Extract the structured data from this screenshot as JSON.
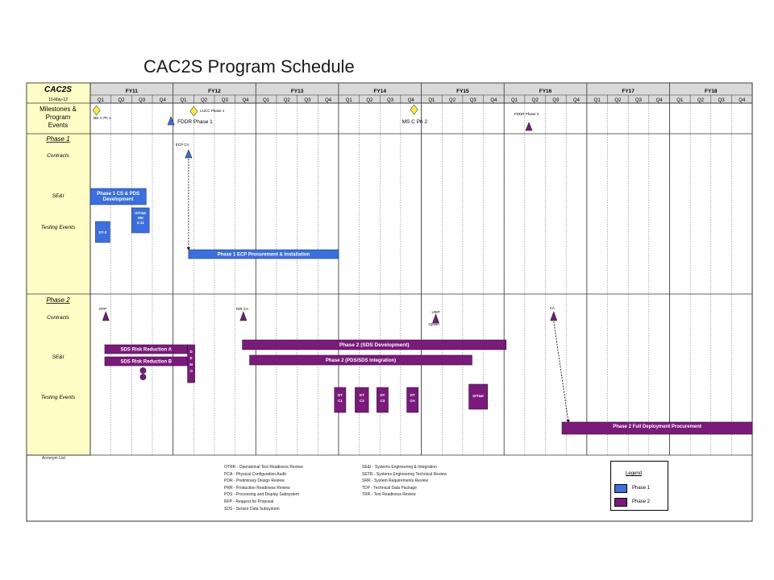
{
  "title": "CAC2S Program Schedule",
  "header": {
    "program": "CAC2S",
    "date": "10-May-12"
  },
  "fiscal_years": [
    "FY11",
    "FY12",
    "FY13",
    "FY14",
    "FY15",
    "FY16",
    "FY17",
    "FY18"
  ],
  "quarters": [
    "Q1",
    "Q2",
    "Q3",
    "Q4"
  ],
  "rows": {
    "milestones": "Milestones & Program Events",
    "phase1": "Phase 1",
    "phase2": "Phase 2",
    "contracts": "Contracts",
    "sei": "SE&I",
    "testing": "Testing Events"
  },
  "milestones": [
    {
      "id": "ms-c-ph1",
      "label": "MS C Ph 1",
      "type": "diamond",
      "q": 0.3
    },
    {
      "id": "lucc-ph1",
      "label": "LUCC Phase 1",
      "type": "diamond",
      "q": 5.0
    },
    {
      "id": "fddr-ph1",
      "label": "FDDR Phase 1",
      "type": "triangle",
      "q": 3.9
    },
    {
      "id": "ms-c-ph2",
      "label": "MS C Ph 2",
      "type": "diamond",
      "q": 15.65
    },
    {
      "id": "fddr-ph2",
      "label": "FDDR Phase 2",
      "type": "triangle",
      "q": 21.2
    }
  ],
  "phase1": {
    "contracts": [
      {
        "label": "ECP CA",
        "q": 4.75
      }
    ],
    "bars": [
      {
        "label": "Phase 1 CS & PDS Development",
        "q0": 0.0,
        "q1": 2.7
      },
      {
        "label": "IOT&E WII 2-11",
        "q0": 2.0,
        "q1": 2.85
      },
      {
        "label": "DT-2",
        "q0": 0.25,
        "q1": 0.95
      },
      {
        "label": "Phase 1 ECP Procurement & Installation",
        "q0": 4.75,
        "q1": 12.0
      }
    ]
  },
  "phase2": {
    "contracts": [
      {
        "label": "RFP",
        "q": 0.75
      },
      {
        "label": "R/R CA",
        "q": 7.4
      },
      {
        "label": "LRIP",
        "q": 16.7
      },
      {
        "label": "Option",
        "q": 16.7
      },
      {
        "label": "CA",
        "q": 22.4
      }
    ],
    "bars": [
      {
        "label": "SDS Risk Reduction A",
        "q0": 0.7,
        "q1": 4.7
      },
      {
        "label": "SDS Risk Reduction B",
        "q0": 0.7,
        "q1": 4.7
      },
      {
        "label": "DEMO",
        "q0": 4.7,
        "q1": 5.05
      },
      {
        "label": "Phase 2 (SDS Development)",
        "q0": 7.35,
        "q1": 20.1
      },
      {
        "label": "Phase 2 (PDS/SDS Integration)",
        "q0": 7.7,
        "q1": 18.45
      },
      {
        "label": "DT C1",
        "q0": 11.8,
        "q1": 12.35
      },
      {
        "label": "DT C2",
        "q0": 12.8,
        "q1": 13.45
      },
      {
        "label": "DT C3",
        "q0": 13.85,
        "q1": 14.4
      },
      {
        "label": "DT OA",
        "q0": 15.3,
        "q1": 15.85
      },
      {
        "label": "IOT&E",
        "q0": 18.3,
        "q1": 19.2
      },
      {
        "label": "Phase 2 Full Deployment Procurement",
        "q0": 22.8,
        "q1": 32.0
      }
    ]
  },
  "acronym_header": "Acronym List",
  "acronyms_left": [
    "OTRR - Operational Test Readiness Review",
    "PCA - Physical Configuration Audit",
    "PDR - Preliminary Design Review",
    "PRR - Production Readiness Review",
    "PDS - Processing and Display Subsystem",
    "RFP - Request for Proposal",
    "SDS - Sensor Data Subsystem"
  ],
  "acronyms_right": [
    "SE&I - Systems Engineering & Integration",
    "SETR - Systems Engineering Technical Review",
    "SRR - System Requirements Review",
    "TDP - Technical Data Package",
    "TRR - Test Readiness Review"
  ],
  "legend": {
    "title": "Legend",
    "items": [
      {
        "label": "Phase 1",
        "color": "#3b6fe0"
      },
      {
        "label": "Phase 2",
        "color": "#7a1a7a"
      }
    ]
  },
  "colors": {
    "phase1": "#3b6fe0",
    "phase2": "#7a1a7a",
    "label_bg": "#fefdc6",
    "header_bg": "#d9d9d9",
    "milestone": "#f7ef3a"
  }
}
